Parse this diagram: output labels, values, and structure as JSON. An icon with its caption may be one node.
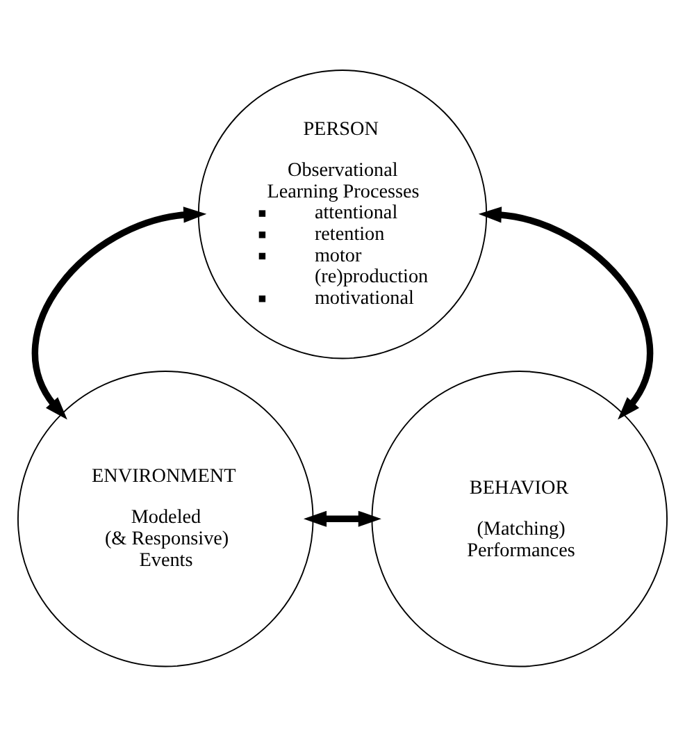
{
  "diagram": {
    "nodes": [
      {
        "text": [
          "PERSON",
          "Observational Learning Processes",
          "attentional",
          "retention",
          "motor (re)production",
          "motivational"
        ]
      },
      {
        "text": [
          "ENVIRONMENT",
          "Modeled (& Responsive) Events"
        ]
      },
      {
        "text": [
          "BEHAVIOR",
          "(Matching) Performances"
        ]
      }
    ],
    "edges": [
      {
        "from": 0,
        "to": 1,
        "arrow": "both"
      },
      {
        "from": 0,
        "to": 2,
        "arrow": "both"
      },
      {
        "from": 1,
        "to": 2,
        "arrow": "both"
      }
    ]
  }
}
